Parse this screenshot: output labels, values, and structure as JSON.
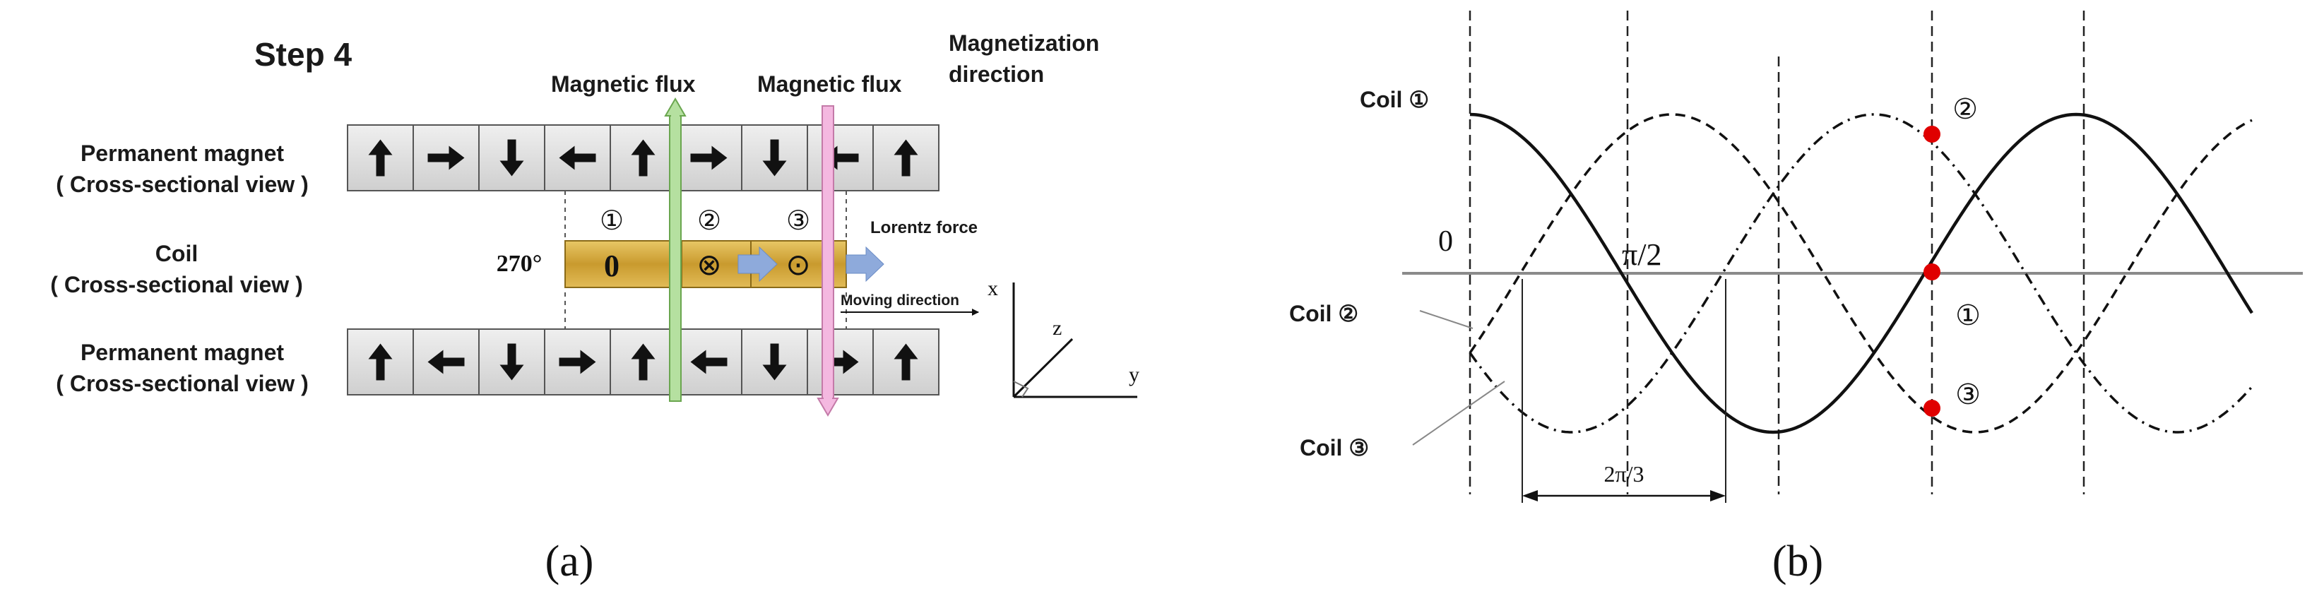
{
  "panel_a": {
    "step_title": "Step 4",
    "magnet_top_label_1": "Permanent magnet",
    "magnet_top_label_2": "( Cross-sectional view )",
    "coil_label_1": "Coil",
    "coil_label_2": "( Cross-sectional view )",
    "magnet_bottom_label_1": "Permanent magnet",
    "magnet_bottom_label_2": "( Cross-sectional view )",
    "flux_label_1": "Magnetic flux",
    "flux_label_2": "Magnetic flux",
    "magnetization_label_1": "Magnetization",
    "magnetization_label_2": "direction",
    "angle": "270°",
    "coil_numbers": [
      "①",
      "②",
      "③"
    ],
    "coil_symbols": [
      "0",
      "⊗",
      "⊙"
    ],
    "lorentz_label": "Lorentz force",
    "moving_label": "Moving direction",
    "axis_x": "x",
    "axis_y": "y",
    "axis_z": "z",
    "top_arrows": [
      "up",
      "right",
      "down",
      "left",
      "up",
      "right",
      "down",
      "left",
      "up"
    ],
    "bottom_arrows": [
      "up",
      "left",
      "down",
      "right",
      "up",
      "left",
      "down",
      "right",
      "up"
    ],
    "caption": "(a)"
  },
  "panel_b": {
    "coil1_label": "Coil ①",
    "coil2_label": "Coil ②",
    "coil3_label": "Coil ③",
    "origin_label": "0",
    "pi_half_label": "π/2",
    "phase_label": "2π/3",
    "point_labels": [
      "②",
      "①",
      "③"
    ],
    "marker_color": "#e00000",
    "caption": "(b)"
  },
  "colors": {
    "magnet_fill": "#d9d9d9",
    "coil_fill": "#d4a93a",
    "flux_green": "#b5e0a0",
    "flux_pink": "#f4b8e0",
    "force_arrow": "#8eaadb"
  }
}
